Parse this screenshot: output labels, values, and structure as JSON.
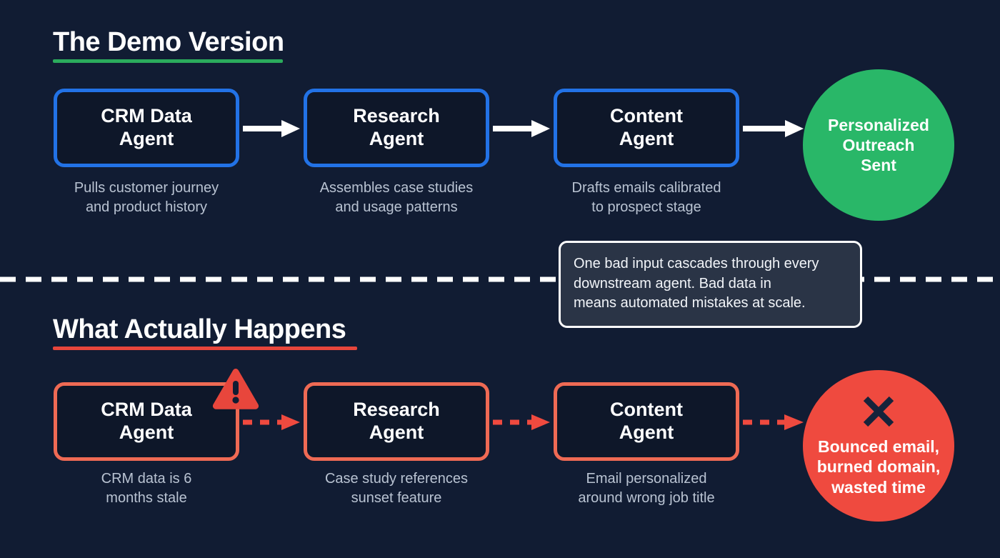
{
  "theme": {
    "background": "#111c33",
    "box_fill": "#0e1729",
    "blue": "#2272e6",
    "red_border": "#ef6a54",
    "green": "#29b768",
    "red": "#ef4a3f",
    "caption_color": "#b9c3d2",
    "divider_color": "#ffffff",
    "callout_fill": "#2a3446"
  },
  "demo_section": {
    "title": "The Demo Version",
    "rule_color": "#2bab5c",
    "steps": [
      {
        "label": "CRM Data\nAgent",
        "caption": "Pulls customer journey\nand product history"
      },
      {
        "label": "Research\nAgent",
        "caption": "Assembles case studies\nand usage patterns"
      },
      {
        "label": "Content\nAgent",
        "caption": "Drafts emails calibrated\nto prospect stage"
      }
    ],
    "outcome": {
      "text": "Personalized\nOutreach\nSent"
    },
    "arrow_icons": [
      "arrow-right-icon",
      "arrow-right-icon",
      "arrow-right-icon"
    ]
  },
  "reality_section": {
    "title": "What Actually Happens",
    "rule_color": "#e8463c",
    "steps": [
      {
        "label": "CRM Data\nAgent",
        "caption": "CRM data is 6\nmonths stale"
      },
      {
        "label": "Research\nAgent",
        "caption": "Case study references\nsunset feature"
      },
      {
        "label": "Content\nAgent",
        "caption": "Email personalized\naround wrong job title"
      }
    ],
    "outcome": {
      "text": "Bounced email,\nburned domain,\nwasted time",
      "icon": "x-mark-icon"
    },
    "warning_icon": "warning-triangle-icon",
    "arrow_icons": [
      "dashed-arrow-right-icon",
      "dashed-arrow-right-icon",
      "dashed-arrow-right-icon"
    ]
  },
  "callout": {
    "text": "One bad input cascades through every\ndownstream agent. Bad data in\nmeans automated mistakes at scale."
  },
  "divider": {
    "style": "dashed",
    "icon": "dashed-divider"
  }
}
